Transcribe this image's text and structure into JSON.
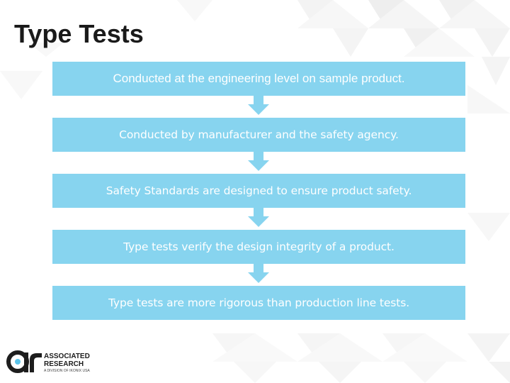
{
  "slide": {
    "title": "Type Tests",
    "accent_color": "#87d4ef",
    "steps": [
      "Conducted at the engineering level on sample product.",
      "Conducted by manufacturer and the safety agency.",
      "Safety Standards are designed to ensure product safety.",
      "Type tests verify the design integrity of a product.",
      "Type tests are more rigorous than production line tests."
    ]
  },
  "logo": {
    "line1": "ASSOCIATED",
    "line2": "RESEARCH",
    "tagline": "A DIVISION OF IKONIX USA"
  }
}
